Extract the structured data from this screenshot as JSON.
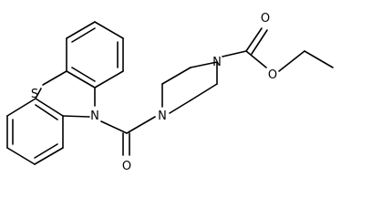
{
  "atoms": {
    "sulfur": "S",
    "ring_nitrogen": "N",
    "piperazine_n1": "N",
    "piperazine_n4": "N",
    "carbonyl_oxygen": "O",
    "ester_carbonyl_oxygen": "O",
    "ester_oxygen": "O"
  }
}
